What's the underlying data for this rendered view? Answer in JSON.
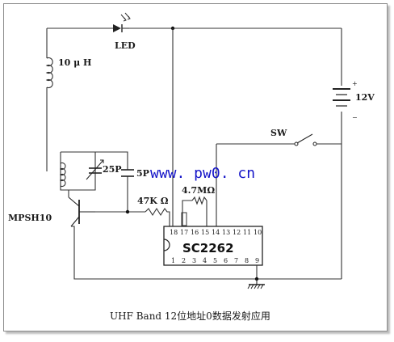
{
  "labels": {
    "led": "LED",
    "inductor": "10 μ H",
    "battery": "12V",
    "switch": "SW",
    "trimmer": "25P",
    "capacitor": "5P",
    "resistor_base": "47K Ω",
    "resistor_osc": "4.7MΩ",
    "transistor": "MPSH10",
    "chip": "SC2262"
  },
  "pins": {
    "top": [
      "18",
      "17",
      "16",
      "15",
      "14",
      "13",
      "12",
      "11",
      "10"
    ],
    "bottom": [
      "1",
      "2",
      "3",
      "4",
      "5",
      "6",
      "7",
      "8",
      "9"
    ]
  },
  "watermark": "www. pw0. cn",
  "caption": "UHF Band 12位地址0数据发射应用"
}
